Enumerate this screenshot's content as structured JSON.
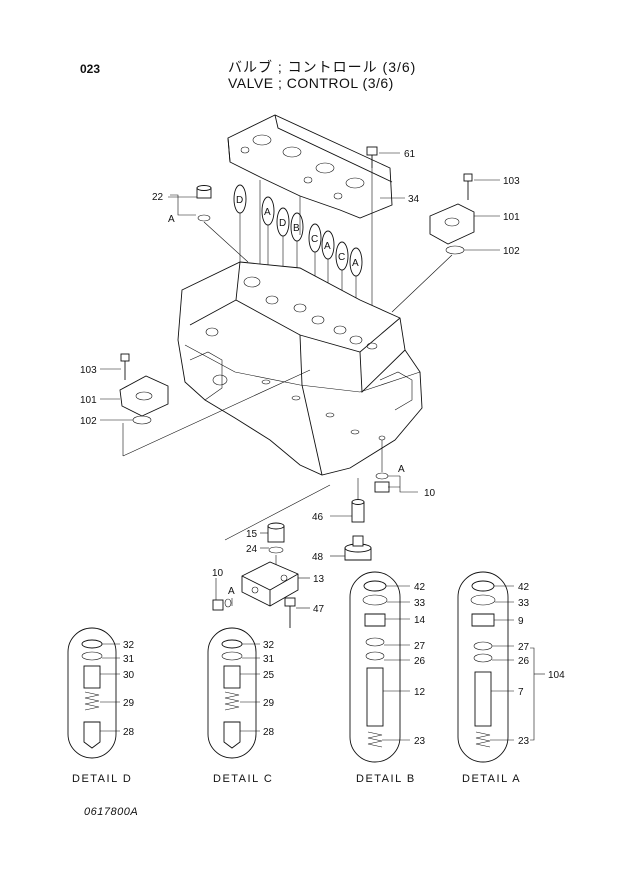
{
  "header": {
    "page_number": "023",
    "title_jp": "バルブ ; コントロール (3/6)",
    "title_en": "VALVE ; CONTROL (3/6)"
  },
  "footer": {
    "drawing_number": "0617800A"
  },
  "details": [
    {
      "label": "DETAIL  D"
    },
    {
      "label": "DETAIL  C"
    },
    {
      "label": "DETAIL  B"
    },
    {
      "label": "DETAIL  A"
    }
  ],
  "callouts": {
    "c61": "61",
    "c34": "34",
    "c22": "22",
    "cA_left": "A",
    "c103_r": "103",
    "c101_r": "101",
    "c102_r": "102",
    "c103_l": "103",
    "c101_l": "101",
    "c102_l": "102",
    "cA_right": "A",
    "c10_right": "10",
    "c46": "46",
    "c48": "48",
    "c15": "15",
    "c24": "24",
    "c10_low": "10",
    "cA_low": "A",
    "c13": "13",
    "c47": "47",
    "d32": "32",
    "d31": "31",
    "d30": "30",
    "d29": "29",
    "d28": "28",
    "cc32": "32",
    "cc31": "31",
    "cc25": "25",
    "cc29": "29",
    "cc28": "28",
    "b42": "42",
    "b33": "33",
    "b14": "14",
    "b27": "27",
    "b26": "26",
    "b12": "12",
    "b23": "23",
    "a42": "42",
    "a33": "33",
    "a9": "9",
    "a27": "27",
    "a26": "26",
    "a7": "7",
    "a23": "23",
    "a104": "104"
  },
  "spool_tags": [
    "D",
    "A",
    "D",
    "B",
    "C",
    "A",
    "C",
    "A"
  ]
}
